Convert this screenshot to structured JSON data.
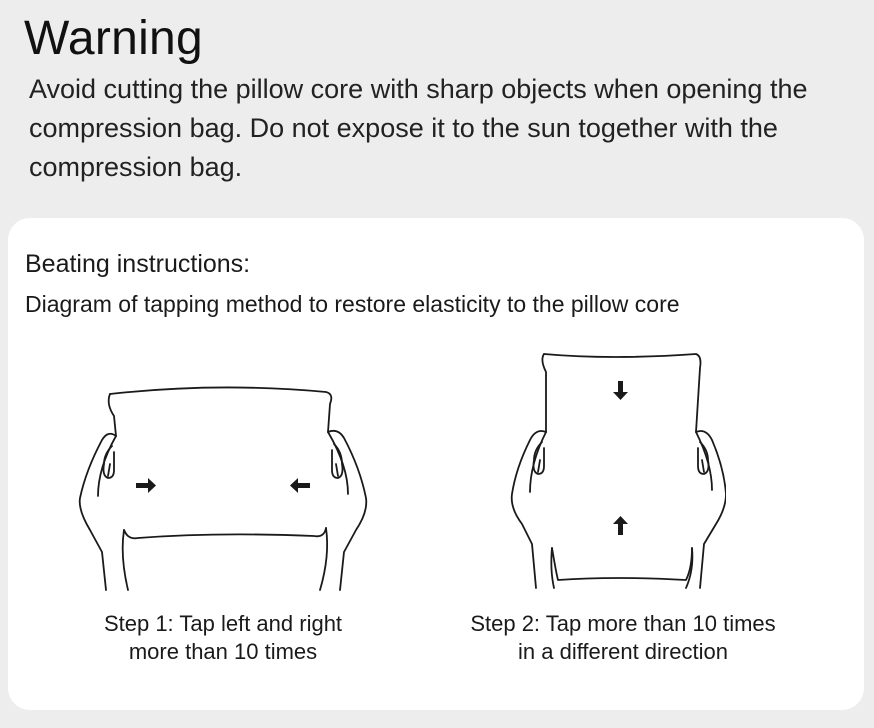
{
  "warning": {
    "title": "Warning",
    "text": "Avoid cutting the pillow core with sharp objects when opening the compression bag. Do not expose it to the sun together with the compression bag."
  },
  "instructions": {
    "title": "Beating instructions:",
    "subtitle": "Diagram of tapping method to restore elasticity to the pillow core",
    "steps": [
      {
        "line1": "Step 1: Tap left and right",
        "line2": "more than 10 times",
        "illustration": "hands-holding-pillow-horizontal-icon",
        "arrows": [
          "arrow-right-icon",
          "arrow-left-icon"
        ]
      },
      {
        "line1": "Step 2: Tap more than 10 times",
        "line2": "in a different direction",
        "illustration": "hands-holding-pillow-vertical-icon",
        "arrows": [
          "arrow-down-icon",
          "arrow-up-icon"
        ]
      }
    ]
  },
  "colors": {
    "background": "#ededed",
    "card": "#ffffff",
    "text": "#1a1a1a"
  }
}
